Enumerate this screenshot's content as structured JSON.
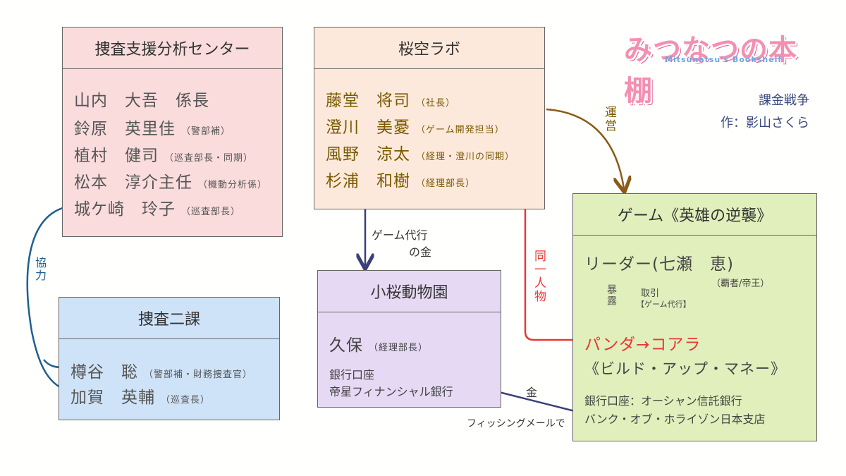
{
  "logo": {
    "main": "みつなつの本棚",
    "sub": "Mitsunatsu's Bookshelf"
  },
  "credit": {
    "title": "課金戦争",
    "author": "作：影山さくら"
  },
  "center": {
    "title": "捜査支援分析センター",
    "members": [
      {
        "name": "山内　大吾　係長",
        "role": ""
      },
      {
        "name": "鈴原　英里佳",
        "role": "（警部補）"
      },
      {
        "name": "植村　健司",
        "role": "（巡査部長・同期）"
      },
      {
        "name": "松本　淳介主任",
        "role": "（機動分析係）"
      },
      {
        "name": "城ケ崎　玲子",
        "role": "（巡査部長）"
      }
    ]
  },
  "lab": {
    "title": "桜空ラボ",
    "members": [
      {
        "name": "藤堂　将司",
        "role": "（社長）"
      },
      {
        "name": "澄川　美憂",
        "role": "（ゲーム開発担当）"
      },
      {
        "name": "風野　涼太",
        "role": "（経理・澄川の同期）"
      },
      {
        "name": "杉浦　和樹",
        "role": "（経理部長）"
      }
    ]
  },
  "zoo": {
    "title": "小桜動物園",
    "member": {
      "name": "久保",
      "role": "（経理部長）"
    },
    "bank_label": "銀行口座",
    "bank_name": "帝星フィナンシャル銀行"
  },
  "dept2": {
    "title": "捜査二課",
    "members": [
      {
        "name": "樽谷　聡",
        "role": "（警部補・財務捜査官）"
      },
      {
        "name": "加賀　英輔",
        "role": "（巡査長）"
      }
    ]
  },
  "game": {
    "title": "ゲーム《英雄の逆襲》",
    "leader": "リーダー(七瀬　恵)",
    "leader_role": "（覇者/帝王）",
    "expose": "暴露",
    "deal": "取引",
    "deal_sub": "【ゲーム代行】",
    "player": "パンダ→コアラ",
    "guild": "《ビルド・アップ・マネー》",
    "bank": "銀行口座：オーシャン信託銀行",
    "bank_branch": "バンク・オブ・ホライゾン日本支店"
  },
  "edges": {
    "operate": "運営",
    "money_proxy_1": "ゲーム代行",
    "money_proxy_2": "の金",
    "same_person": "同一人物",
    "cooperate": "協力",
    "money": "金",
    "phishing": "フィッシングメールで"
  },
  "colors": {
    "center_bg": "#fadcdc",
    "lab_bg": "#fde9db",
    "zoo_bg": "#e6d9f4",
    "dept2_bg": "#cfe3f8",
    "game_bg": "#e1efbc",
    "operate_arrow": "#8b5a17",
    "proxy_arrow": "#3a3f7a",
    "same_person_line": "#e53935",
    "cooperate_line": "#1e5f8f"
  }
}
